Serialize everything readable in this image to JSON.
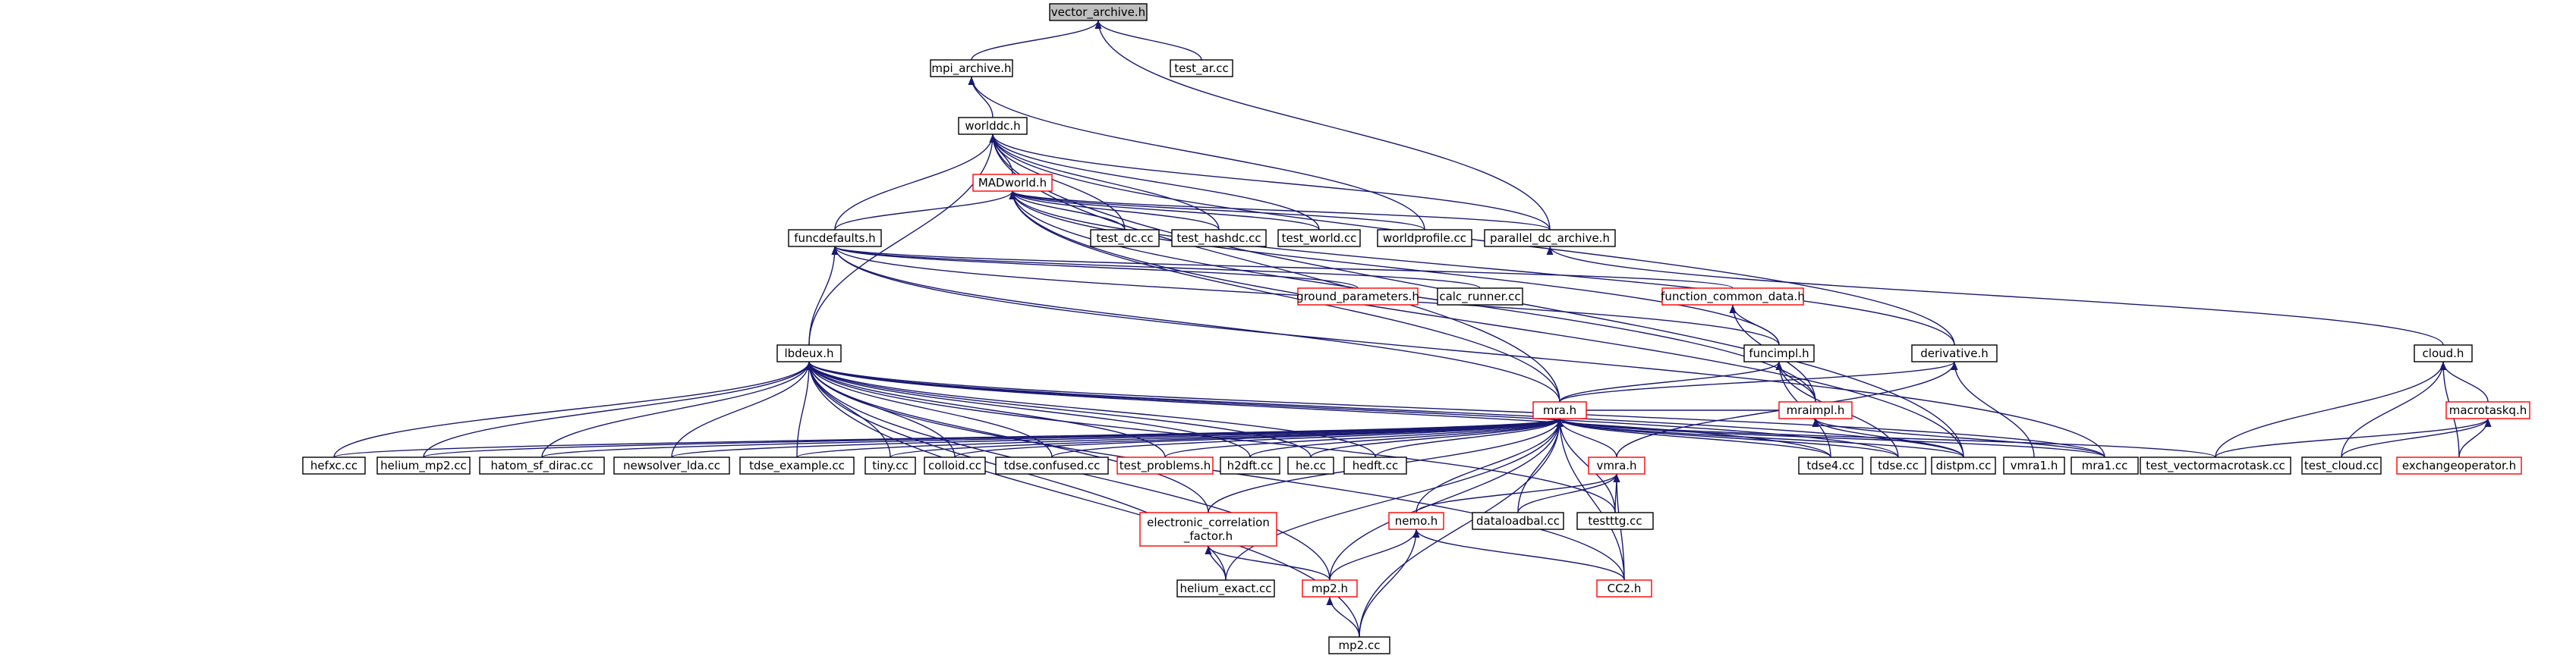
{
  "nodes": {
    "vector_archive": [
      "vector_archive.h"
    ],
    "mpi_archive": [
      "mpi_archive.h"
    ],
    "test_ar": [
      "test_ar.cc"
    ],
    "worlddc": [
      "worlddc.h"
    ],
    "madworld": [
      "MADworld.h"
    ],
    "funcdefaults": [
      "funcdefaults.h"
    ],
    "test_dc": [
      "test_dc.cc"
    ],
    "test_hashdc": [
      "test_hashdc.cc"
    ],
    "test_world": [
      "test_world.cc"
    ],
    "worldprofile": [
      "worldprofile.cc"
    ],
    "parallel_dc_archive": [
      "parallel_dc_archive.h"
    ],
    "ground_parameters": [
      "ground_parameters.h"
    ],
    "calc_runner": [
      "calc_runner.cc"
    ],
    "function_common_data": [
      "function_common_data.h"
    ],
    "funcimpl": [
      "funcimpl.h"
    ],
    "derivative": [
      "derivative.h"
    ],
    "cloud": [
      "cloud.h"
    ],
    "lbdeux": [
      "lbdeux.h"
    ],
    "mra": [
      "mra.h"
    ],
    "mraimpl": [
      "mraimpl.h"
    ],
    "macrotaskq": [
      "macrotaskq.h"
    ],
    "hefxc": [
      "hefxc.cc"
    ],
    "helium_mp2": [
      "helium_mp2.cc"
    ],
    "hatom_sf_dirac": [
      "hatom_sf_dirac.cc"
    ],
    "newsolver_lda": [
      "newsolver_lda.cc"
    ],
    "tdse_example": [
      "tdse_example.cc"
    ],
    "tiny": [
      "tiny.cc"
    ],
    "colloid": [
      "colloid.cc"
    ],
    "tdse_confused": [
      "tdse.confused.cc"
    ],
    "test_problems": [
      "test_problems.h"
    ],
    "h2dft": [
      "h2dft.cc"
    ],
    "he": [
      "he.cc"
    ],
    "hedft": [
      "hedft.cc"
    ],
    "vmra": [
      "vmra.h"
    ],
    "tdse4": [
      "tdse4.cc"
    ],
    "tdse": [
      "tdse.cc"
    ],
    "distpm": [
      "distpm.cc"
    ],
    "vmra1h": [
      "vmra1.h"
    ],
    "mra1": [
      "mra1.cc"
    ],
    "test_vectormacrotask": [
      "test_vectormacrotask.cc"
    ],
    "test_cloud": [
      "test_cloud.cc"
    ],
    "exchangeoperator": [
      "exchangeoperator.h"
    ],
    "ecf": [
      "electronic_correlation",
      "_factor.h"
    ],
    "nemo": [
      "nemo.h"
    ],
    "dataloadbal": [
      "dataloadbal.cc"
    ],
    "testtg": [
      "testttg.cc"
    ],
    "helium_exact": [
      "helium_exact.cc"
    ],
    "mp2h": [
      "mp2.h"
    ],
    "cc2": [
      "CC2.h"
    ],
    "mp2cc": [
      "mp2.cc"
    ]
  },
  "colors": {
    "edge": "#191970",
    "red_border": "#ff0000",
    "black_border": "#000000",
    "root_fill": "#bfbfbf"
  }
}
